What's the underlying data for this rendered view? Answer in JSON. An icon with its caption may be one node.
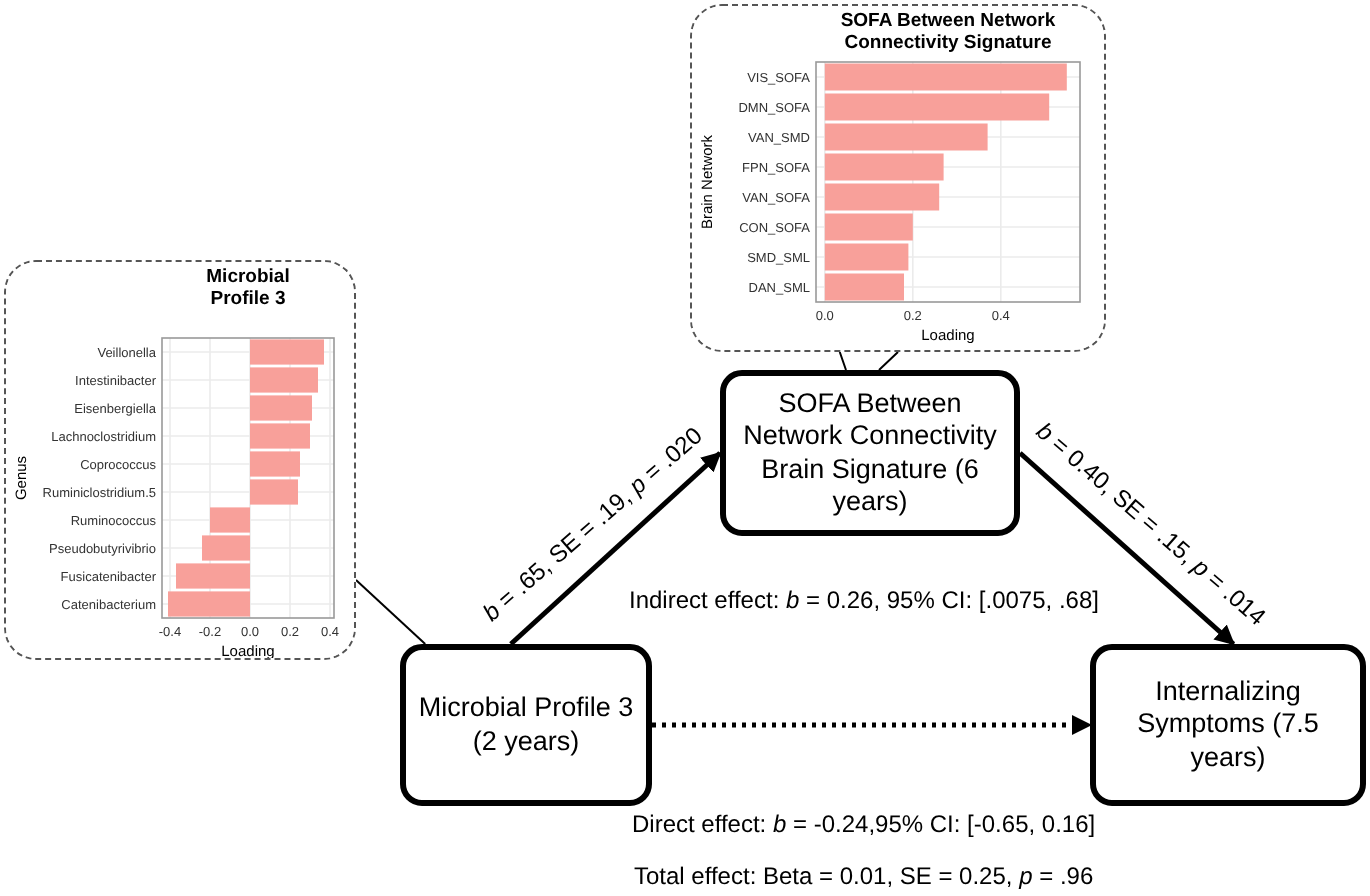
{
  "diagram": {
    "nodes": [
      {
        "text": [],
        "shape": "box"
      },
      {
        "text": [
          "SOFA Between Network Connectivity Brain Signature (6 years)"
        ]
      },
      {
        "text": [],
        "shape": "box"
      },
      {
        "text": [
          "Microbial Profile 3 (2 years)"
        ]
      },
      {
        "text": [
          "Internalizing Symptoms (7.5 years)"
        ]
      }
    ],
    "edges": [
      {
        "from": 0,
        "to": 1,
        "arrow": "none"
      },
      {
        "from": 2,
        "to": 3,
        "arrow": "none"
      },
      {
        "from": 3,
        "to": 1,
        "arrow": "to",
        "label": "*b* = .65, SE = .19, *p* = .020"
      },
      {
        "from": 1,
        "to": 4,
        "arrow": "to",
        "label": "*b* = 0.40, SE = .15, *p* = .014"
      },
      {
        "from": 3,
        "to": 4,
        "arrow": "to",
        "style": "dashed"
      }
    ],
    "labels": [
      "Indirect effect: *b* = 0.26, 95% CI: [.0075, .68]",
      "Direct effect: *b* = -0.24,95% CI: [-0.65, 0.16]",
      "Total effect: Beta = 0.01, SE = 0.25, *p* = .96"
    ],
    "chart_data": [
      {
        "type": "bar",
        "orientation": "horizontal",
        "title": "SOFA Between Network Connectivity Signature",
        "xlabel": "Loading",
        "ylabel": "Brain Network",
        "categories": [
          "VIS_SOFA",
          "DMN_SOFA",
          "VAN_SMD",
          "FPN_SOFA",
          "VAN_SOFA",
          "CON_SOFA",
          "SMD_SML",
          "DAN_SML"
        ],
        "series": [
          {
            "color": "#f8a09a",
            "values": [
              0.55,
              0.51,
              0.37,
              0.27,
              0.26,
              0.2,
              0.19,
              0.18
            ]
          }
        ],
        "xlim": [
          -0.02,
          0.58
        ],
        "grid": true,
        "xticks": [
          {
            "value": 0,
            "label": "0.0"
          },
          {
            "value": 0.2,
            "label": "0.2"
          },
          {
            "value": 0.4,
            "label": "0.4"
          }
        ]
      },
      {
        "type": "bar",
        "orientation": "horizontal",
        "title": "Microbial Profile 3",
        "xlabel": "Loading",
        "ylabel": "Genus",
        "categories": [
          "Veillonella",
          "Intestinibacter",
          "Eisenbergiella",
          "Lachnoclostridium",
          "Coprococcus",
          "Ruminiclostridium.5",
          "Ruminococcus",
          "Pseudobutyrivibrio",
          "Fusicatenibacter",
          "Catenibacterium"
        ],
        "series": [
          {
            "color": "#f8a09a",
            "values": [
              0.37,
              0.34,
              0.31,
              0.3,
              0.25,
              0.24,
              -0.2,
              -0.24,
              -0.37,
              -0.41
            ]
          }
        ],
        "xlim": [
          -0.44,
          0.42
        ],
        "grid": true,
        "xticks": [
          {
            "value": -0.4,
            "label": "-0.4"
          },
          {
            "value": -0.2,
            "label": "-0.2"
          },
          {
            "value": 0,
            "label": "0.0"
          },
          {
            "value": 0.2,
            "label": "0.2"
          },
          {
            "value": 0.4,
            "label": "0.4"
          }
        ]
      }
    ]
  }
}
